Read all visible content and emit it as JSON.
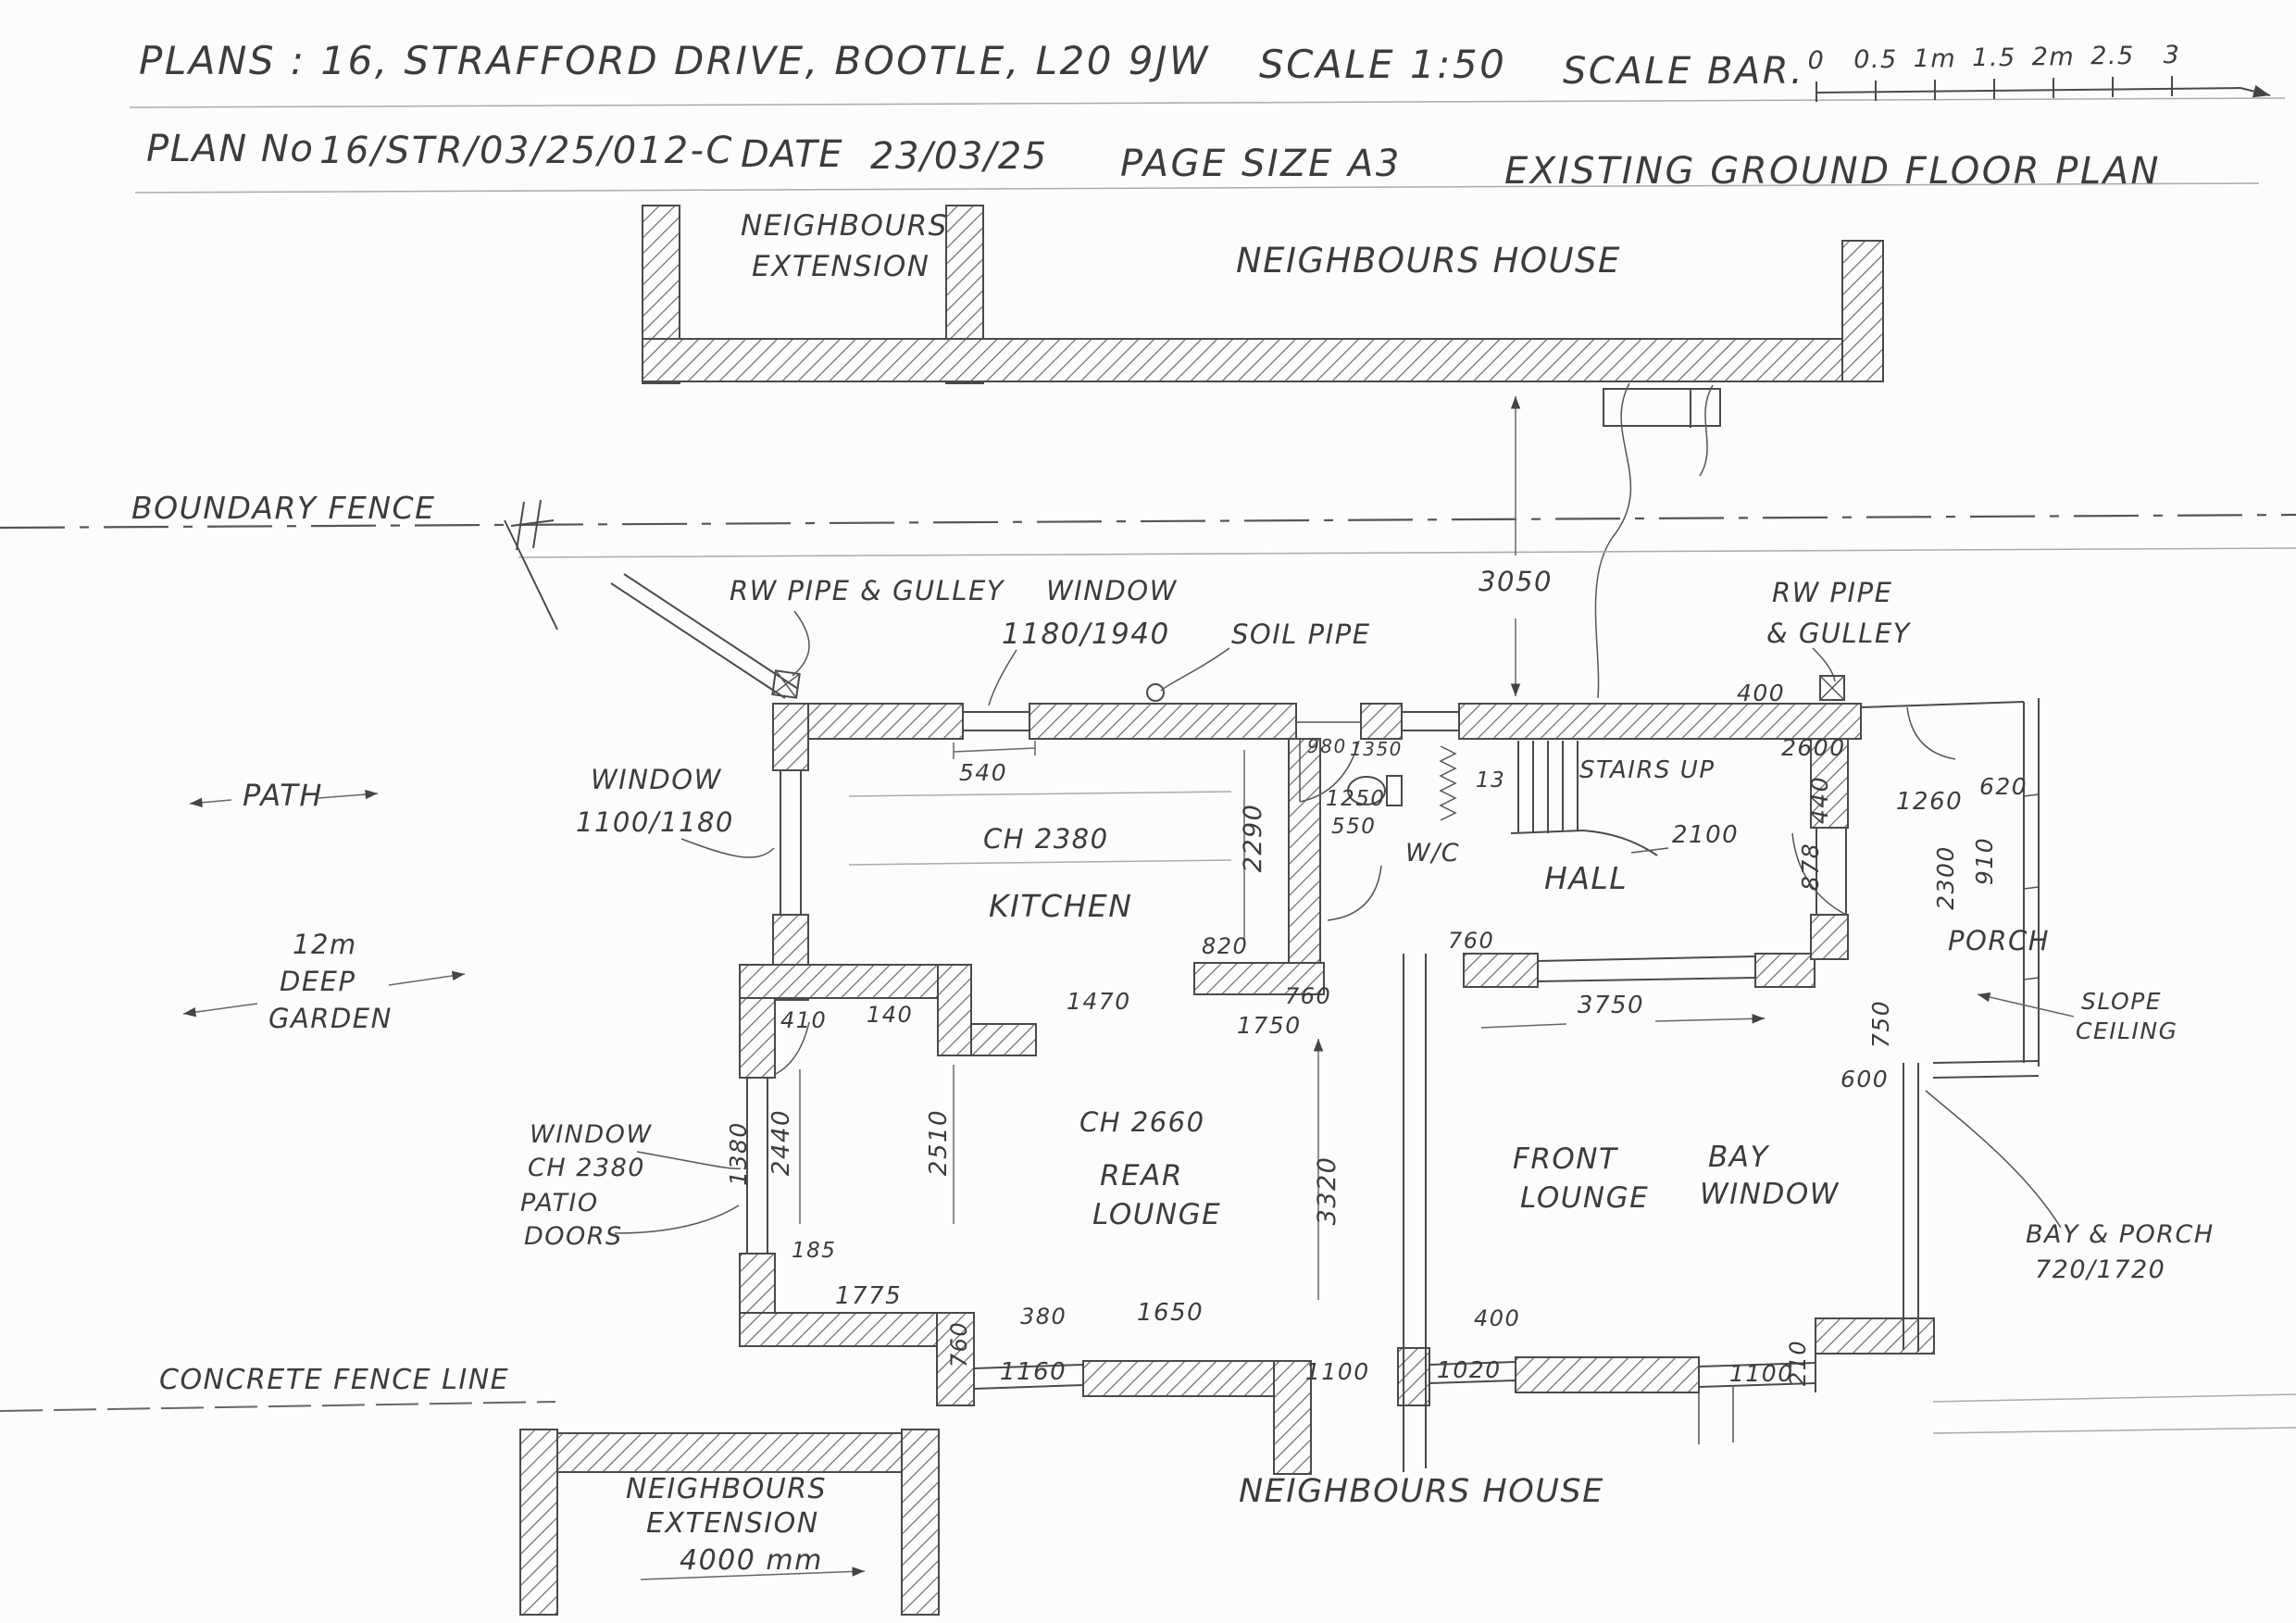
{
  "header": {
    "plans_title": "PLANS : 16, STRAFFORD DRIVE, BOOTLE, L20 9JW",
    "scale": "SCALE 1:50",
    "scale_bar_label": "SCALE BAR.",
    "scale_ticks": {
      "t0": "0",
      "t1": "0.5",
      "t2": "1m",
      "t3": "1.5",
      "t4": "2m",
      "t5": "2.5",
      "t6": "3"
    },
    "plan_no_label": "PLAN No",
    "plan_no": "16/STR/03/25/012-C",
    "date_label": "DATE",
    "date_value": "23/03/25",
    "page_size": "PAGE SIZE A3",
    "drawing_title": "EXISTING GROUND FLOOR PLAN"
  },
  "site": {
    "neighbours_extension_top_1": "NEIGHBOURS",
    "neighbours_extension_top_2": "EXTENSION",
    "neighbours_house_top": "NEIGHBOURS HOUSE",
    "boundary_fence": "BOUNDARY FENCE",
    "path": "PATH",
    "garden_1": "12m",
    "garden_2": "DEEP",
    "garden_3": "GARDEN",
    "concrete_fence": "CONCRETE FENCE LINE",
    "neighbours_extension_bottom_1": "NEIGHBOURS",
    "neighbours_extension_bottom_2": "EXTENSION",
    "neighbours_extension_bottom_dim": "4000 mm",
    "neighbours_house_bottom": "NEIGHBOURS HOUSE"
  },
  "rooms": {
    "kitchen": "KITCHEN",
    "kitchen_ch": "CH 2380",
    "wc": "W/C",
    "hall": "HALL",
    "stairs": "STAIRS UP",
    "porch": "PORCH",
    "slope_1": "SLOPE",
    "slope_2": "CEILING",
    "rear_lounge_ch": "CH 2660",
    "rear_lounge_1": "REAR",
    "rear_lounge_2": "LOUNGE",
    "front_lounge_1": "FRONT",
    "front_lounge_2": "LOUNGE",
    "bay_window_1": "BAY",
    "bay_window_2": "WINDOW"
  },
  "annotations": {
    "rw_gulley_left": "RW PIPE & GULLEY",
    "window_top_1": "WINDOW",
    "window_top_2": "1180/1940",
    "soil_pipe": "SOIL PIPE",
    "rw_gulley_right_1": "RW PIPE",
    "rw_gulley_right_2": "& GULLEY",
    "window_left_1": "WINDOW",
    "window_left_2": "1100/1180",
    "window_rear_1": "WINDOW",
    "window_rear_2": "CH 2380",
    "patio_1": "PATIO",
    "patio_2": "DOORS",
    "bay_porch_1": "BAY & PORCH",
    "bay_porch_2": "720/1720"
  },
  "dims": {
    "d3050": "3050",
    "d540": "540",
    "d400_top": "400",
    "d2290": "2290",
    "d1250": "1250",
    "d550": "550",
    "d980": "980",
    "d1350": "1350",
    "d13": "13",
    "d2100": "2100",
    "d2600": "2600",
    "d440": "440",
    "d878": "878",
    "d1260": "1260",
    "d620": "620",
    "d910": "910",
    "d2300": "2300",
    "d750": "750",
    "d600": "600",
    "d820": "820",
    "d760a": "760",
    "d760b": "760",
    "d1750": "1750",
    "d3750": "3750",
    "d1470": "1470",
    "d140": "140",
    "d410": "410",
    "d2440": "2440",
    "d1380": "1380",
    "d2510": "2510",
    "d3320": "3320",
    "d185": "185",
    "d1775": "1775",
    "d380": "380",
    "d1650": "1650",
    "d760c": "760",
    "d1160": "1160",
    "d1100a": "1100",
    "d1020": "1020",
    "d400b": "400",
    "d1100b": "1100",
    "d210": "210"
  }
}
